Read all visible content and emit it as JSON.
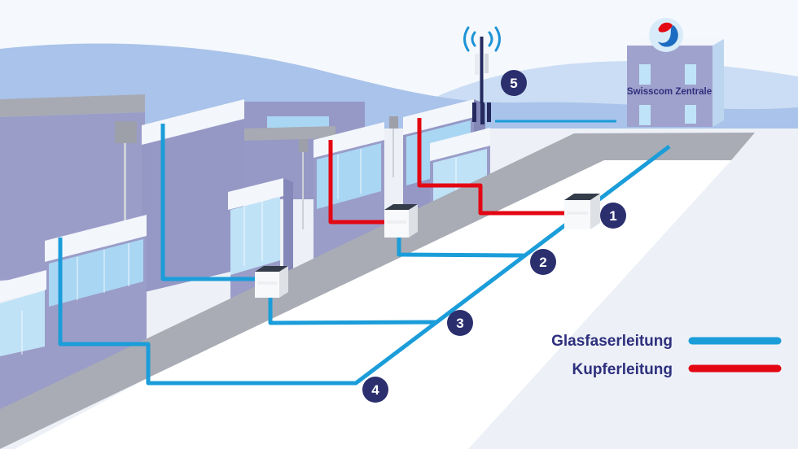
{
  "diagram": {
    "zentrale_label": "Swisscom Zentrale",
    "markers": [
      "1",
      "2",
      "3",
      "4",
      "5"
    ],
    "legend": [
      {
        "label": "Glasfaserleitung",
        "color": "#1B9DD9"
      },
      {
        "label": "Kupferleitung",
        "color": "#E30613"
      }
    ],
    "colors": {
      "fiber": "#1B9DD9",
      "copper": "#E30613",
      "marker": "#2B2F6E",
      "label_text": "#2E2F7D",
      "logo_red": "#E30613",
      "logo_blue": "#1B6CC0"
    }
  }
}
